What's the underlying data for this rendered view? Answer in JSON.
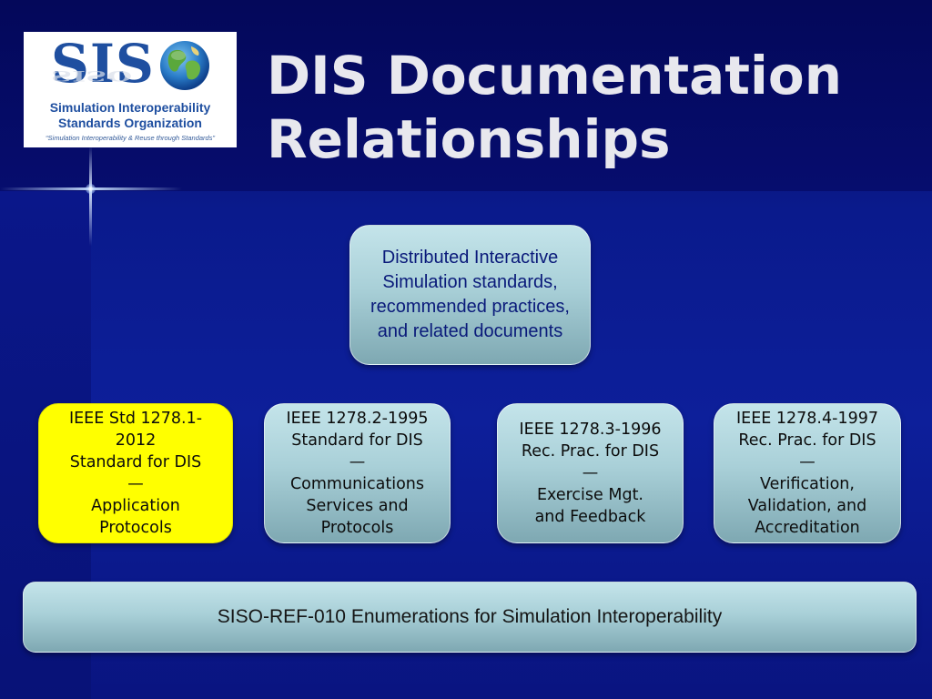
{
  "slide": {
    "title_line1": "DIS Documentation",
    "title_line2": "Relationships"
  },
  "logo": {
    "wordmark": "SISO",
    "line1": "Simulation Interoperability",
    "line2": "Standards Organization",
    "tagline": "“Simulation Interoperability & Reuse through Standards”"
  },
  "diagram": {
    "root": {
      "text": "Distributed Interactive Simulation standards, recommended practices, and related documents"
    },
    "standards": [
      {
        "lines": [
          "IEEE Std 1278.1-",
          "2012",
          "Standard for DIS",
          "—",
          "Application",
          "Protocols"
        ],
        "highlighted": true
      },
      {
        "lines": [
          "IEEE 1278.2-1995",
          "Standard for DIS",
          "—",
          "Communications",
          "Services and",
          "Protocols"
        ],
        "highlighted": false
      },
      {
        "lines": [
          "IEEE 1278.3-1996",
          "Rec. Prac. for DIS",
          "—",
          "Exercise Mgt.",
          "and Feedback"
        ],
        "highlighted": false
      },
      {
        "lines": [
          "IEEE 1278.4-1997",
          "Rec. Prac. for DIS",
          "—",
          "Verification,",
          "Validation, and",
          "Accreditation"
        ],
        "highlighted": false
      }
    ],
    "enumerations": {
      "text": "SISO-REF-010 Enumerations for Simulation Interoperability"
    }
  },
  "colors": {
    "background": "#0a1a8c",
    "box_teal": "#a9d0d8",
    "box_highlight": "#ffff00",
    "title_text": "#e8e8ee",
    "root_text": "#0a1a7a"
  }
}
